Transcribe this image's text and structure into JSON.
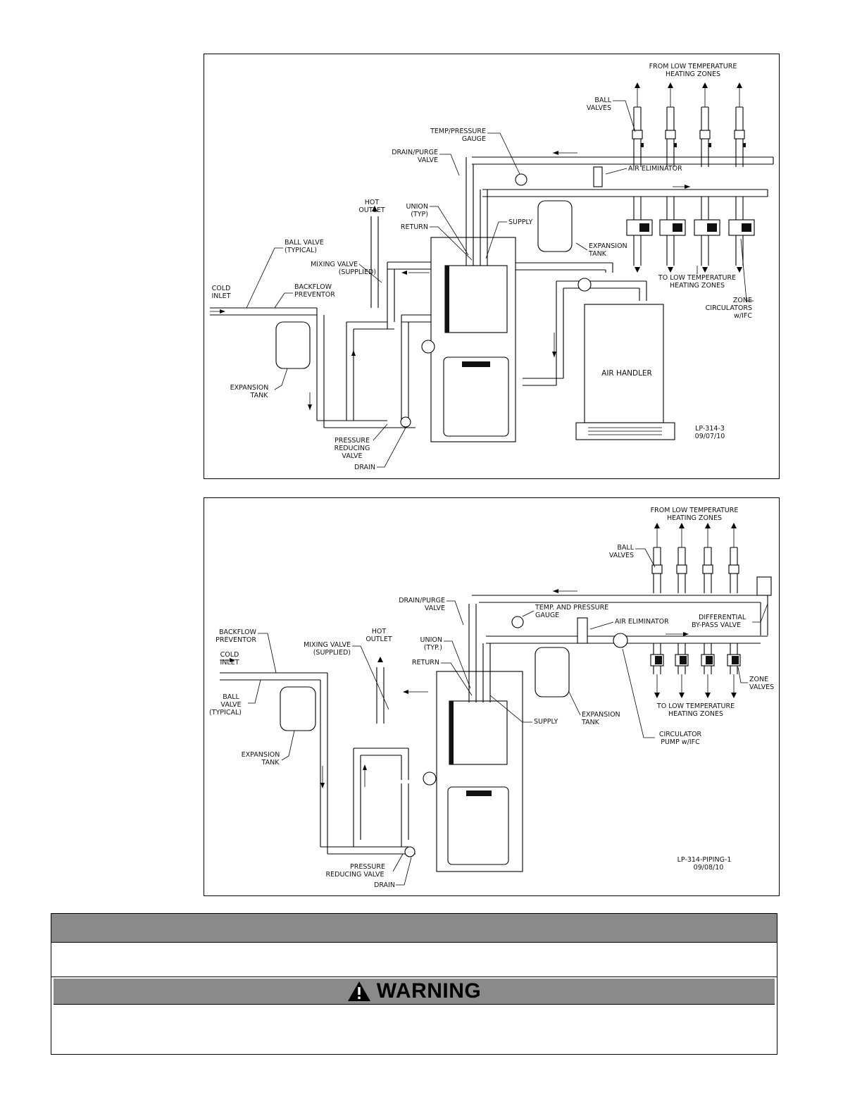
{
  "diagram1": {
    "labels": {
      "from_low_temp": [
        "FROM LOW TEMPERATURE",
        "HEATING ZONES"
      ],
      "ball_valves": [
        "BALL",
        "VALVES"
      ],
      "temp_pressure_gauge": [
        "TEMP/PRESSURE",
        "GAUGE"
      ],
      "drain_purge": [
        "DRAIN/PURGE",
        "VALVE"
      ],
      "air_eliminator": "AIR ELIMINATOR",
      "hot_outlet": [
        "HOT",
        "OUTLET"
      ],
      "union": [
        "UNION",
        "(TYP)"
      ],
      "return": "RETURN",
      "supply": "SUPPLY",
      "expansion_tank_right": [
        "EXPANSION",
        "TANK"
      ],
      "ball_valve_typical": [
        "BALL VALVE",
        "(TYPICAL)"
      ],
      "mixing_valve": [
        "MIXING VALVE",
        "(SUPPLIED)"
      ],
      "cold_inlet": [
        "COLD",
        "INLET"
      ],
      "backflow": [
        "BACKFLOW",
        "PREVENTOR"
      ],
      "to_low_temp": [
        "TO LOW TEMPERATURE",
        "HEATING ZONES"
      ],
      "zone_circulators": [
        "ZONE",
        "CIRCULATORS",
        "w/IFC"
      ],
      "air_handler": "AIR HANDLER",
      "expansion_tank_left": [
        "EXPANSION",
        "TANK"
      ],
      "pressure_reducing": [
        "PRESSURE",
        "REDUCING",
        "VALVE"
      ],
      "drain": "DRAIN",
      "drawing_id": [
        "LP-314-3",
        "09/07/10"
      ]
    }
  },
  "diagram2": {
    "labels": {
      "from_low_temp": [
        "FROM LOW TEMPERATURE",
        "HEATING ZONES"
      ],
      "ball_valves": [
        "BALL",
        "VALVES"
      ],
      "drain_purge": [
        "DRAIN/PURGE",
        "VALVE"
      ],
      "temp_pressure_gauge": [
        "TEMP. AND PRESSURE",
        "GAUGE"
      ],
      "air_eliminator": "AIR ELIMINATOR",
      "differential": [
        "DIFFERENTIAL",
        "BY-PASS VALVE"
      ],
      "backflow": [
        "BACKFLOW",
        "PREVENTOR"
      ],
      "hot_outlet": [
        "HOT",
        "OUTLET"
      ],
      "mixing_valve": [
        "MIXING VALVE",
        "(SUPPLIED)"
      ],
      "union": [
        "UNION",
        "(TYP.)"
      ],
      "return": "RETURN",
      "cold_inlet": [
        "COLD",
        "INLET"
      ],
      "ball_valve_typical": [
        "BALL",
        "VALVE",
        "(TYPICAL)"
      ],
      "zone_valves": [
        "ZONE",
        "VALVES"
      ],
      "to_low_temp": [
        "TO LOW TEMPERATURE",
        "HEATING ZONES"
      ],
      "supply": "SUPPLY",
      "expansion_tank_right": [
        "EXPANSION",
        "TANK"
      ],
      "circulator_pump": [
        "CIRCULATOR",
        "PUMP w/IFC"
      ],
      "expansion_tank_left": [
        "EXPANSION",
        "TANK"
      ],
      "pressure_reducing": [
        "PRESSURE",
        "REDUCING VALVE"
      ],
      "drain": "DRAIN",
      "drawing_id": [
        "LP-314-PIPING-1",
        "09/08/10"
      ]
    }
  },
  "notice": {
    "warning_title": "WARNING"
  }
}
